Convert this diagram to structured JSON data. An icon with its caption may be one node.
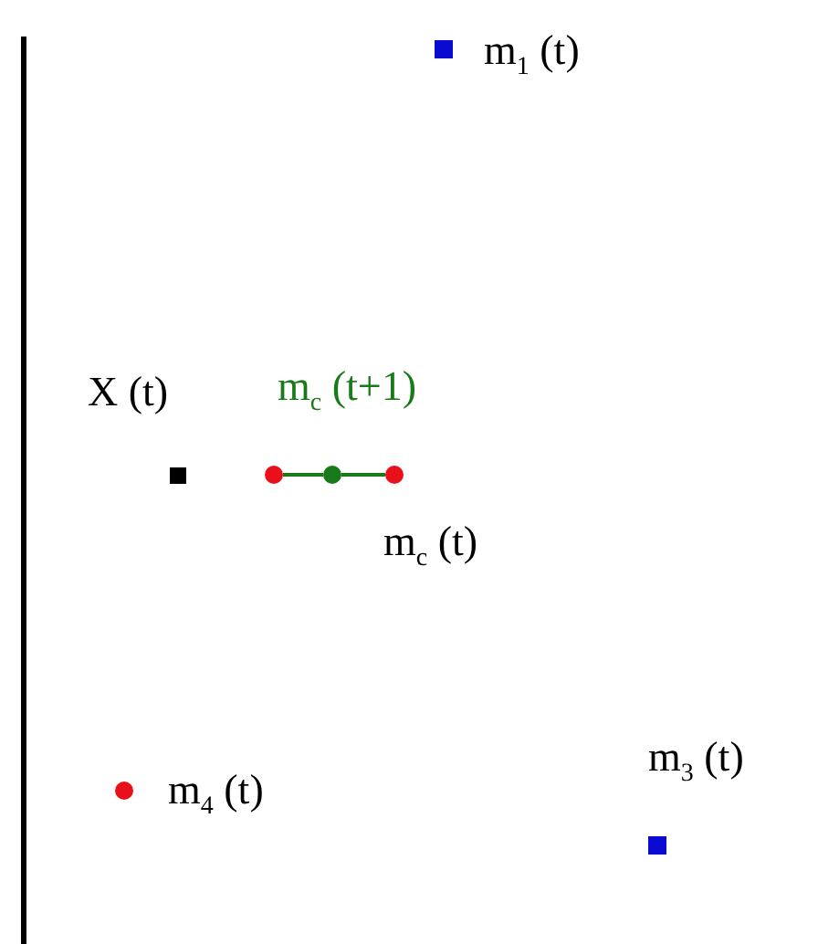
{
  "diagram": {
    "nodes": [
      {
        "text": [],
        "shape": "square",
        "beside": [
          "m$_{1}$ (t)"
        ]
      },
      {
        "text": [],
        "shape": "square",
        "beside": [
          "X (t)"
        ]
      },
      {
        "text": [],
        "shape": "dot"
      },
      {
        "text": [],
        "shape": "dot",
        "beside": [
          "m$_{c}$ (t+1)"
        ]
      },
      {
        "text": [],
        "shape": "dot",
        "beside": [
          "m$_{c}$ (t)"
        ]
      },
      {
        "text": [],
        "shape": "dot",
        "beside": [
          "m$_{4}$ (t)"
        ]
      },
      {
        "text": [],
        "shape": "square",
        "beside": [
          "m$_{3}$ (t)"
        ]
      }
    ],
    "edges": [
      {
        "from": 2,
        "to": 3,
        "arrow": "none"
      },
      {
        "from": 3,
        "to": 4,
        "arrow": "none"
      }
    ]
  }
}
